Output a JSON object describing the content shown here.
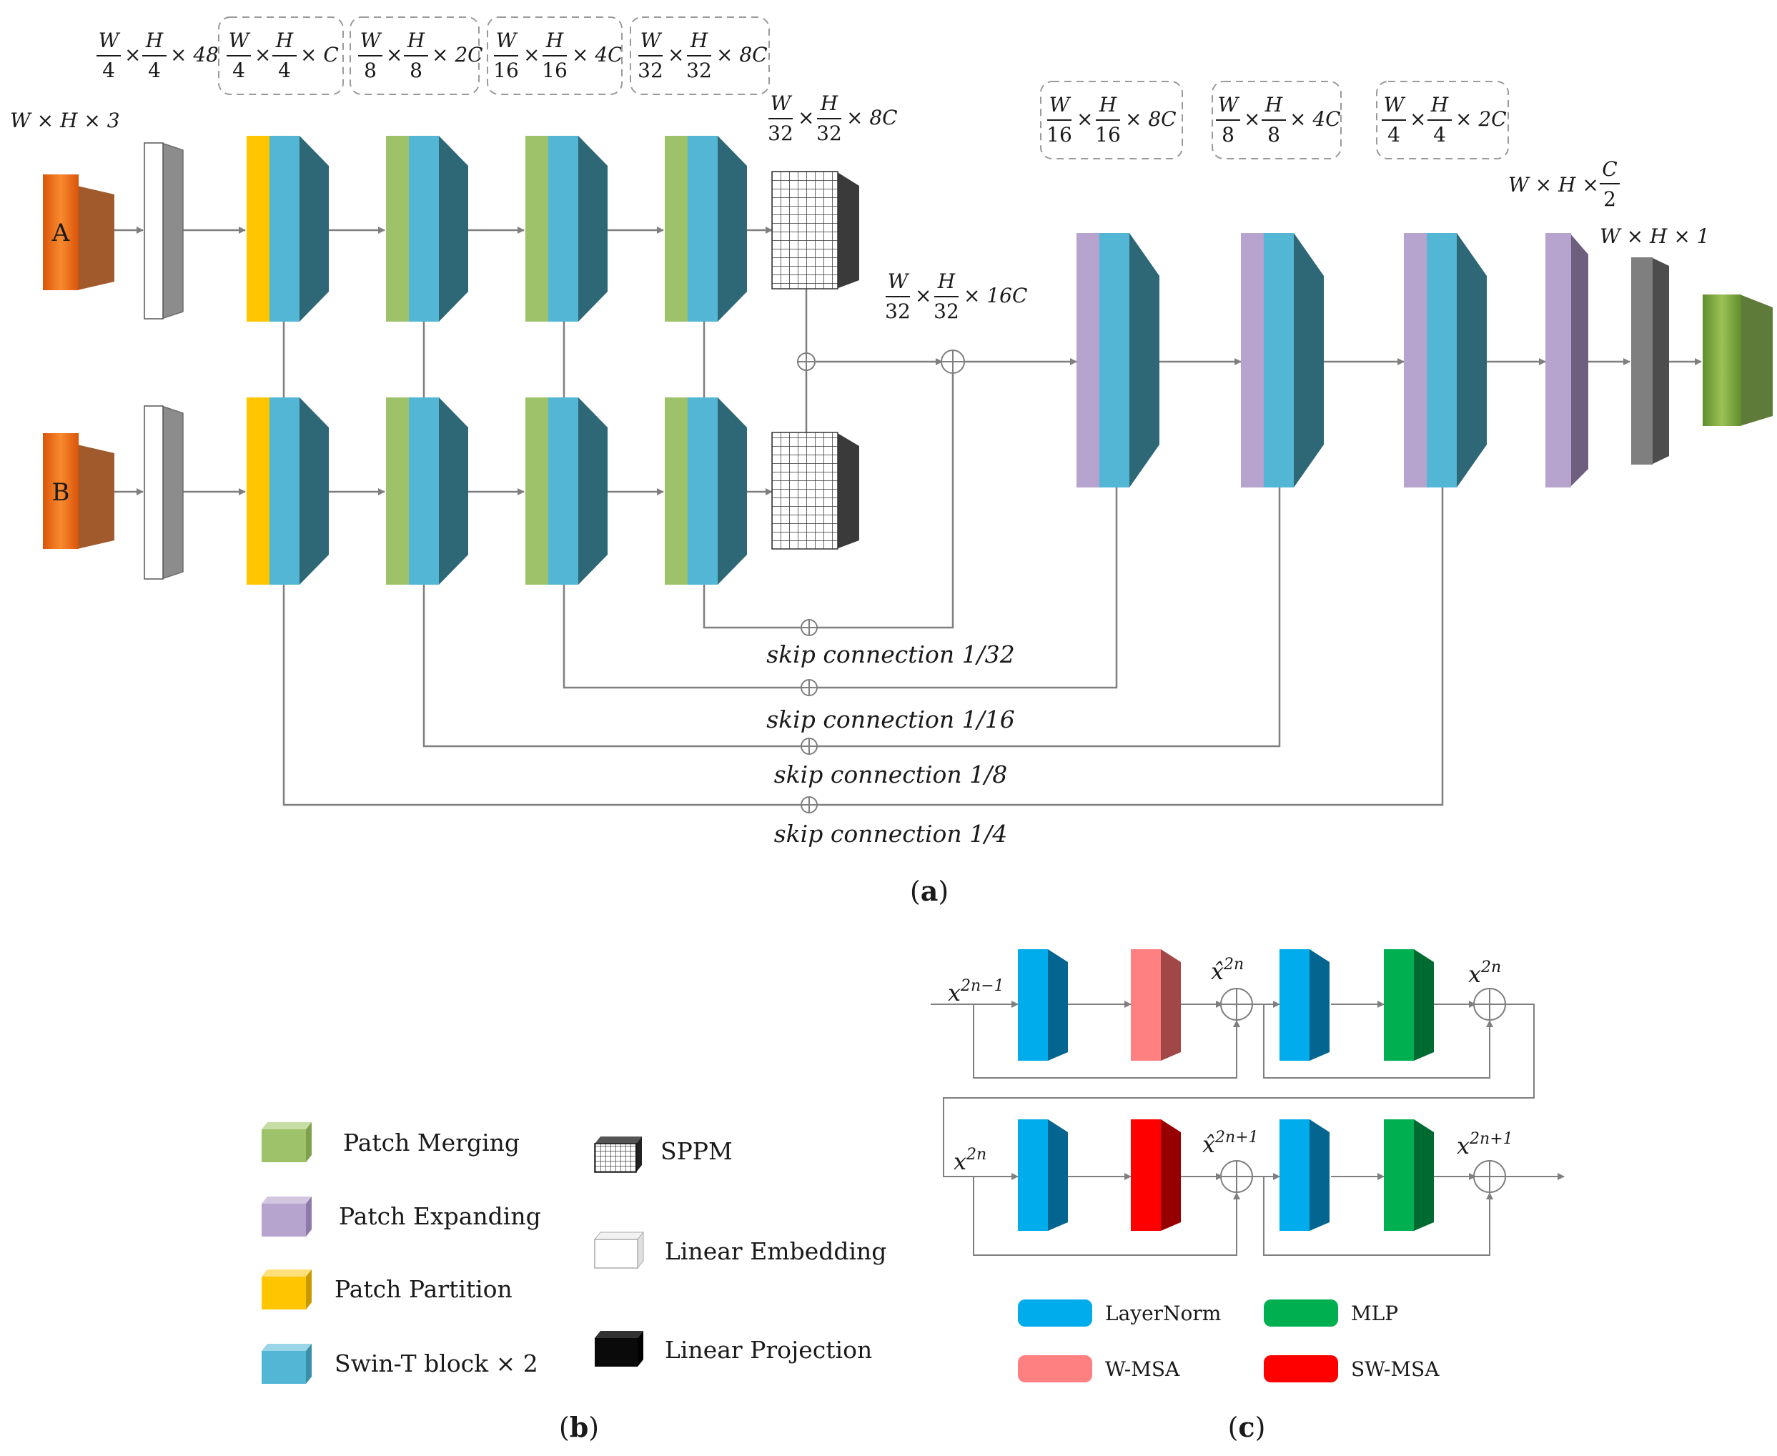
{
  "colors": {
    "patch_merging": "#9DC26A",
    "patch_expanding": "#B6A3CE",
    "patch_partition": "#FFC500",
    "swin_block": "#52B6D4",
    "swin_block_side": "#2E6776",
    "input_orange": "#EE6A12",
    "input_brown": "#A05A2C",
    "output_green": "#73A33A",
    "output_side": "#5F7B3A",
    "gray": "#8C8C8C",
    "layernorm": "#00ACEC",
    "layernorm_side": "#046690",
    "wmsa": "#FF8080",
    "wmsa_side": "#A24748",
    "swmsa": "#FF0000",
    "swmsa_side": "#970000",
    "mlp": "#00B050",
    "mlp_side": "#006B30",
    "line": "#7F7F7F"
  },
  "inputs": {
    "a": "A",
    "b": "B"
  },
  "dims": {
    "input": "W × H × 3",
    "stage0_prefix": {
      "w": "W",
      "w_den": "4",
      "h": "H",
      "h_den": "4",
      "suffix": "× 48"
    },
    "stage1": {
      "w": "W",
      "w_den": "4",
      "h": "H",
      "h_den": "4",
      "suffix": "× C"
    },
    "stage2": {
      "w": "W",
      "w_den": "8",
      "h": "H",
      "h_den": "8",
      "suffix": "× 2C"
    },
    "stage3": {
      "w": "W",
      "w_den": "16",
      "h": "H",
      "h_den": "16",
      "suffix": "× 4C"
    },
    "stage4": {
      "w": "W",
      "w_den": "32",
      "h": "H",
      "h_den": "32",
      "suffix": "× 8C"
    },
    "sppm_out": {
      "w": "W",
      "w_den": "32",
      "h": "H",
      "h_den": "32",
      "suffix": "× 8C"
    },
    "fusion": {
      "w": "W",
      "w_den": "32",
      "h": "H",
      "h_den": "32",
      "suffix": "× 16C"
    },
    "dec1": {
      "w": "W",
      "w_den": "16",
      "h": "H",
      "h_den": "16",
      "suffix": "× 8C"
    },
    "dec2": {
      "w": "W",
      "w_den": "8",
      "h": "H",
      "h_den": "8",
      "suffix": "× 4C"
    },
    "dec3": {
      "w": "W",
      "w_den": "4",
      "h": "H",
      "h_den": "4",
      "suffix": "× 2C"
    },
    "expand": {
      "prefix": "W × H ×",
      "num": "C",
      "den": "2"
    },
    "output": "W × H × 1"
  },
  "skips": {
    "s32": "skip connection 1/32",
    "s16": "skip connection 1/16",
    "s8": "skip connection 1/8",
    "s4": "skip connection 1/4"
  },
  "captions": {
    "a": "(a)",
    "b": "(b)",
    "c": "(c)",
    "a_letter": "a",
    "b_letter": "b",
    "c_letter": "c"
  },
  "legend_b": {
    "patch_merging": "Patch Merging",
    "patch_expanding": "Patch Expanding",
    "patch_partition": "Patch Partition",
    "swin_block": "Swin-T block × 2",
    "sppm": "SPPM",
    "linear_embedding": "Linear Embedding",
    "linear_projection": "Linear Projection"
  },
  "block_c": {
    "x_in": "x",
    "x_in_sup": "2n−1",
    "xhat1": "x̂",
    "xhat1_sup": "2n",
    "x_out1": "x",
    "x_out1_sup": "2n",
    "x_in2": "x",
    "x_in2_sup": "2n",
    "xhat2": "x̂",
    "xhat2_sup": "2n+1",
    "x_out2": "x",
    "x_out2_sup": "2n+1",
    "legend": {
      "layernorm": "LayerNorm",
      "mlp": "MLP",
      "wmsa": "W-MSA",
      "swmsa": "SW-MSA"
    }
  }
}
